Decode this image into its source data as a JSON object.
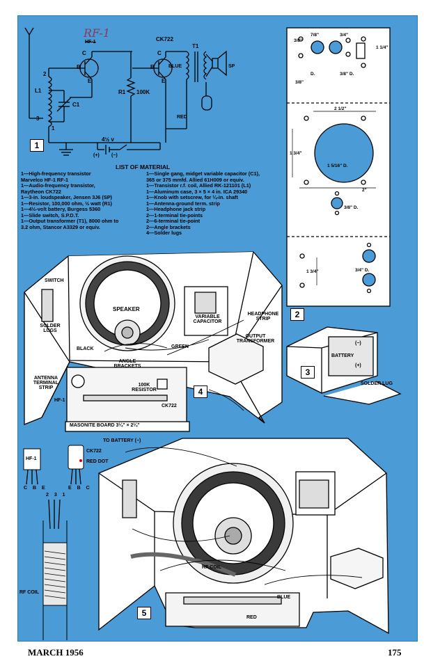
{
  "schematic": {
    "antenna_symbol": "antenna-icon",
    "transistor1_label": "RF-1",
    "transistor1_struck": "HF-1",
    "transistor2_label": "CK722",
    "pin_c": "C",
    "pin_b": "B",
    "pin_e": "E",
    "blue": "BLUE",
    "t1": "T1",
    "sp": "SP",
    "l1": "L1",
    "c1": "C1",
    "r1": "R1",
    "resistor_value": "100K",
    "red": "RED",
    "tap2": "2",
    "tap3": "3",
    "tap1": "1",
    "battery_voltage": "4½ v",
    "plus": "(+)",
    "minus": "(−)",
    "fig_number": "1"
  },
  "material_list": {
    "title": "LIST OF MATERIAL",
    "left_column": [
      "1—High-frequency transistor",
      "   Marvelco HF-1  RF-1",
      "1—Audio-frequency transistor,",
      "   Raytheon CK722",
      "1—3-in. loudspeaker, Jensen 3J6 (SP)",
      "1—Resistor, 100,000 ohm, ½ watt (R1)",
      "1—4½-volt battery, Burgess 5360",
      "1—Slide switch, S.P.D.T.",
      "1—Output transformer (T1), 8000 ohm to",
      "   3.2 ohm, Stancor A3329 or equiv."
    ],
    "right_column": [
      "1—Single gang, midget variable capacitor (C1),",
      "   365 or 375 mmfd. Allied 61H009 or equiv.",
      "1—Transistor r.f. coil, Allied RK-121101 (L1)",
      "1—Aluminum case, 3 × 5 × 4 in. ICA 29340",
      "1—Knob with setscrew, for ¼-in. shaft",
      "1—Antenna-ground term. strip",
      "1—Headphone jack strip",
      "2—1-terminal tie-points",
      "2—6-terminal tie-point",
      "2—Angle brackets",
      "4—Solder lugs"
    ]
  },
  "panel_drawing": {
    "fig_number": "2",
    "dims": [
      "3/8\"",
      "7/8\"",
      "3/4\"",
      "1 1/4\"",
      "3/8\"",
      "D.",
      "3/8\" D.",
      "2 1/2\"",
      "1 3/4\"",
      "2\"",
      "1 5/16\" D.",
      "3/8\" D.",
      "1 3/4\"",
      "3/4\" D."
    ]
  },
  "figure4": {
    "fig_number": "4",
    "switch": "SWITCH",
    "speaker": "SPEAKER",
    "variable_capacitor": "VARIABLE CAPACITOR",
    "headphone_strip": "HEADPHONE STRIP",
    "solder_lugs": "SOLDER LUGS",
    "output_transformer": "OUTPUT TRANSFORMER",
    "green": "GREEN",
    "black": "BLACK",
    "angle_brackets": "ANGLE BRACKETS",
    "antenna_terminal_strip": "ANTENNA TERMINAL STRIP",
    "resistor": "100K RESISTOR",
    "hf1": "HF-1",
    "ck722": "CK722",
    "masonite_board": "MASONITE BOARD 3¼\" × 2¼\""
  },
  "figure3": {
    "fig_number": "3",
    "battery": "BATTERY",
    "minus": "(−)",
    "plus": "(+)",
    "solder_lug": "SOLDER LUG"
  },
  "figure5": {
    "fig_number": "5",
    "to_battery": "TO BATTERY (−)",
    "ck722": "CK722",
    "red_dot": "RED DOT",
    "hf1": "HF-1",
    "pins_hf1": "C B E",
    "pins_ck722": "E B C",
    "rf_coil_left": "RF COIL",
    "rf_coil": "RF COIL",
    "blue": "BLUE",
    "red": "RED",
    "coil_pins": "2 3 1"
  },
  "footer": {
    "date": "MARCH 1956",
    "page_number": "175"
  }
}
